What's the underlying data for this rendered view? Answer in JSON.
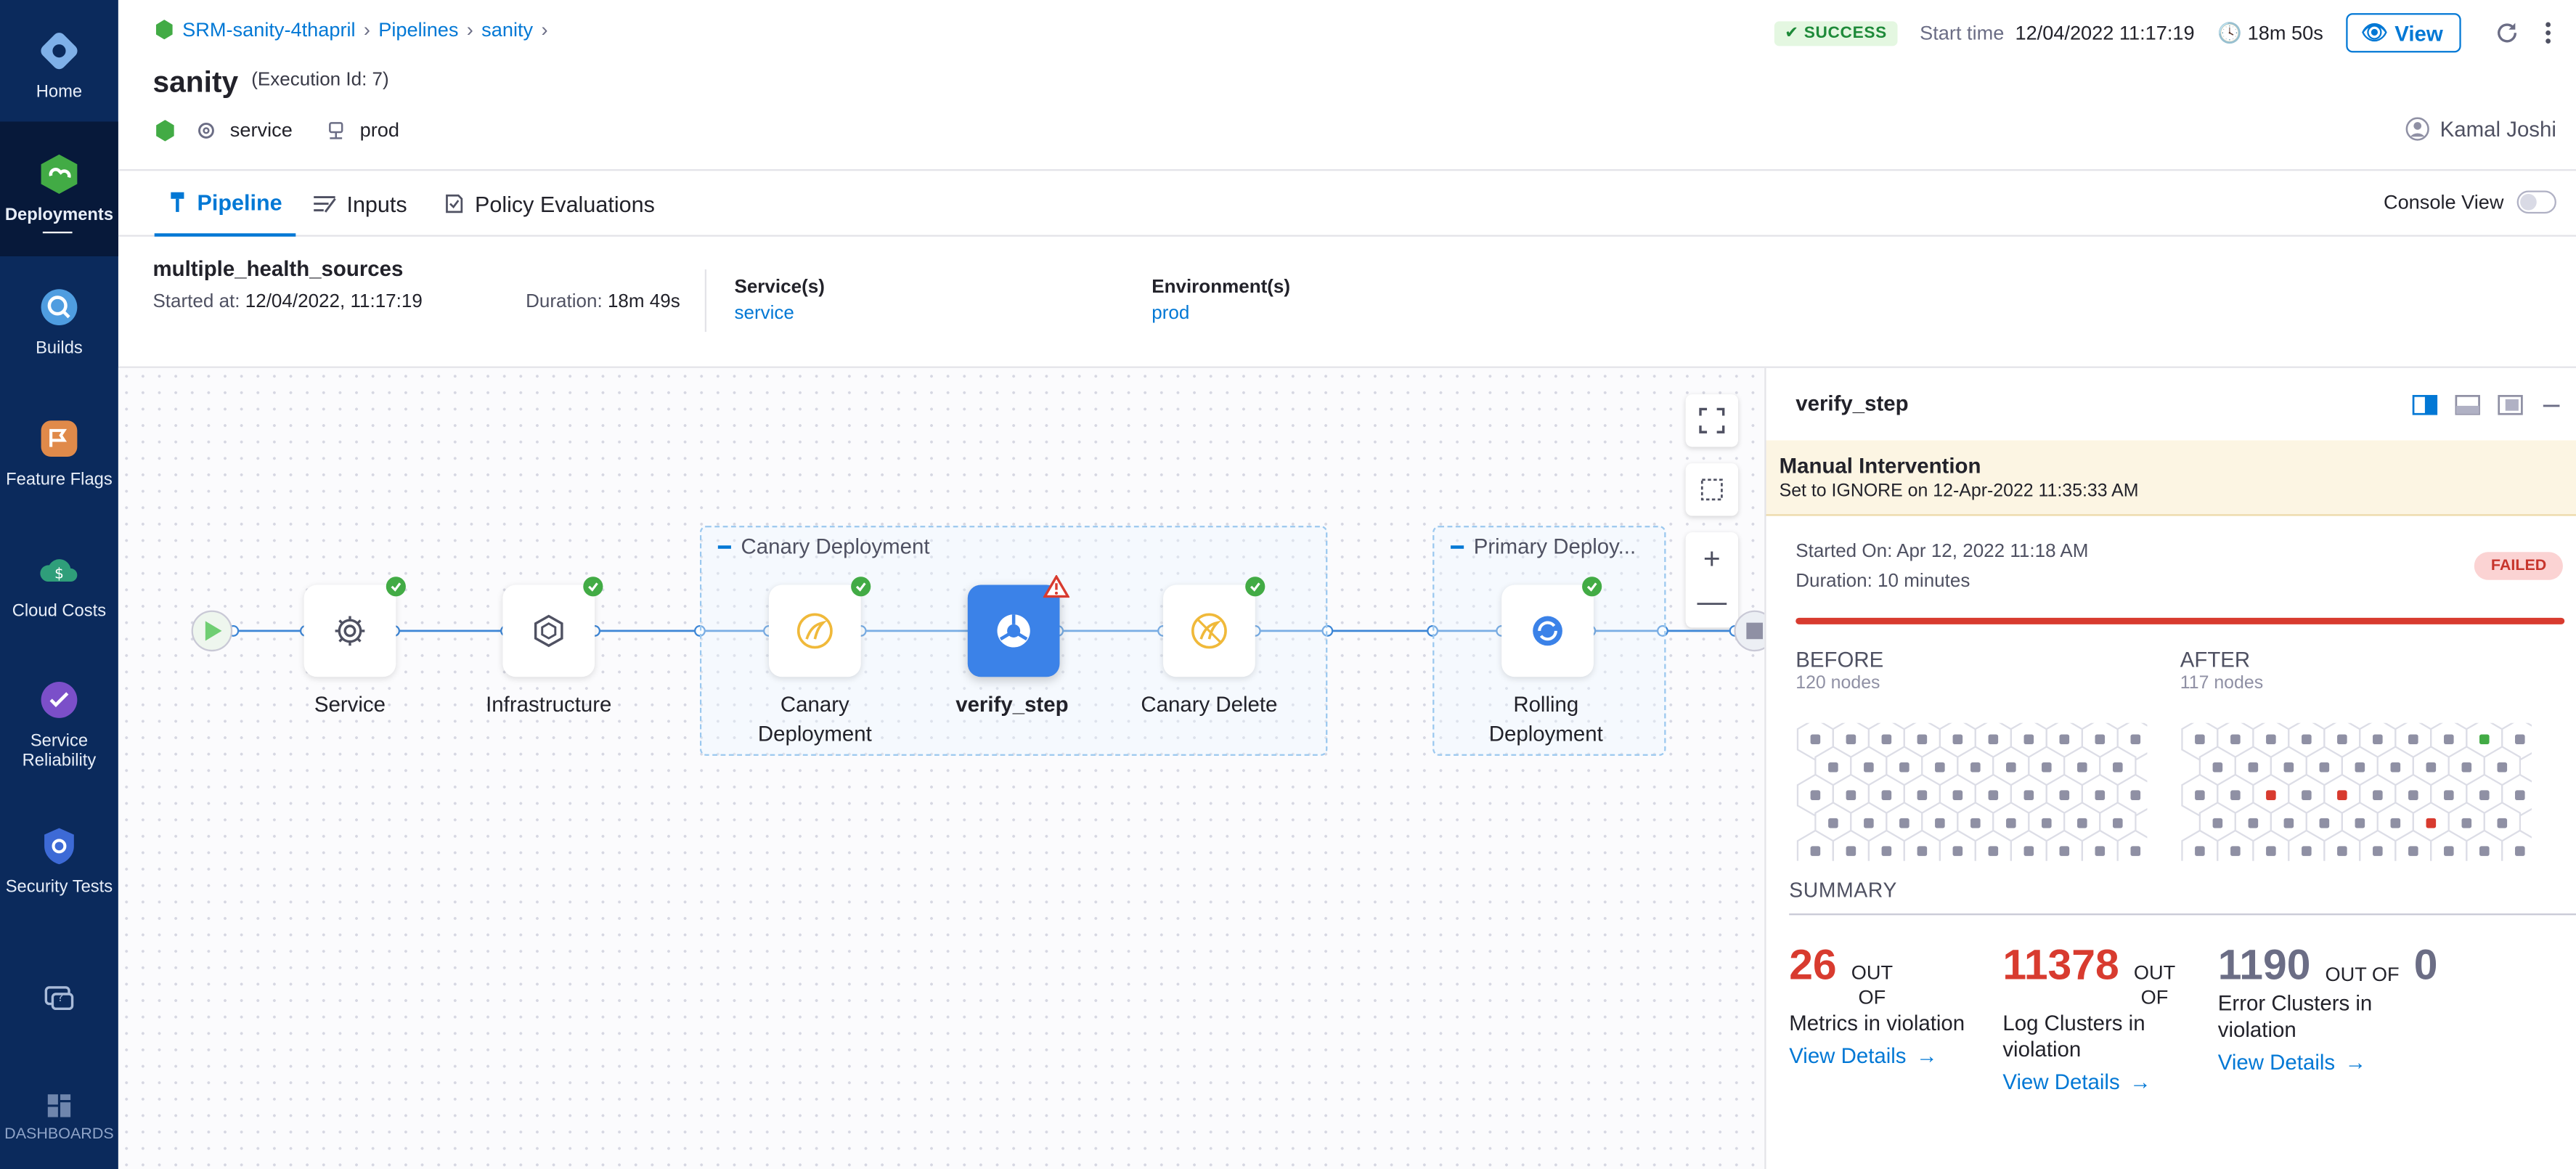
{
  "sidebar": {
    "items": [
      {
        "label": "Home"
      },
      {
        "label": "Deployments"
      },
      {
        "label": "Builds"
      },
      {
        "label": "Feature Flags"
      },
      {
        "label": "Cloud Costs"
      },
      {
        "label": "Service Reliability"
      },
      {
        "label": "Security Tests"
      },
      {
        "label": "DASHBOARDS"
      }
    ]
  },
  "header": {
    "breadcrumbs": [
      "SRM-sanity-4thapril",
      "Pipelines",
      "sanity"
    ],
    "title": "sanity",
    "execution_id": "(Execution Id: 7)",
    "tags": {
      "service": "service",
      "env": "prod"
    },
    "status": "SUCCESS",
    "start_time_label": "Start time",
    "start_time": "12/04/2022 11:17:19",
    "duration": "18m 50s",
    "view_label": "View",
    "user": "Kamal Joshi"
  },
  "tabs": {
    "pipeline": "Pipeline",
    "inputs": "Inputs",
    "policy": "Policy Evaluations",
    "console_view": "Console View"
  },
  "info": {
    "stage_name": "multiple_health_sources",
    "started_label": "Started at:",
    "started_value": "12/04/2022, 11:17:19",
    "duration_label": "Duration:",
    "duration_value": "18m 49s",
    "services_label": "Service(s)",
    "services_value": "service",
    "envs_label": "Environment(s)",
    "envs_value": "prod"
  },
  "graph": {
    "group1": "Canary Deployment",
    "group2": "Primary Deploy...",
    "nodes": {
      "service": "Service",
      "infra": "Infrastructure",
      "canary_1": "Canary",
      "canary_2": "Deployment",
      "verify": "verify_step",
      "canary_delete": "Canary Delete",
      "rolling_1": "Rolling",
      "rolling_2": "Deployment"
    }
  },
  "panel": {
    "title": "verify_step",
    "mi_title": "Manual Intervention",
    "mi_sub": "Set to IGNORE on 12-Apr-2022 11:35:33 AM",
    "started": "Started On: Apr 12, 2022 11:18 AM",
    "duration": "Duration: 10 minutes",
    "status": "FAILED",
    "before_h": "BEFORE",
    "before_s": "120 nodes",
    "after_h": "AFTER",
    "after_s": "117 nodes",
    "summary": "SUMMARY",
    "metrics": [
      {
        "num": "26",
        "of_1": "OUT",
        "of_2": "OF",
        "desc_1": "Metrics in violation",
        "desc_2": "",
        "link": "View Details"
      },
      {
        "num": "11378",
        "of_1": "OUT",
        "of_2": "OF",
        "desc_1": "Log Clusters in",
        "desc_2": "violation",
        "link": "View Details"
      },
      {
        "num": "1190",
        "num2": "0",
        "of_1": "OUT OF",
        "of_2": "",
        "desc_1": "Error Clusters in",
        "desc_2": "violation",
        "link": "View Details"
      }
    ]
  },
  "colors": {
    "sidebar": "#0b2a5c",
    "accent": "#0278d5",
    "success": "#42ab45",
    "danger": "#d83b2f"
  }
}
